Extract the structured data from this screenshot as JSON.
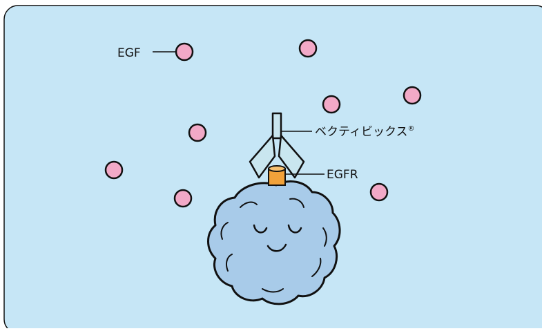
{
  "labels": {
    "egf": "EGF",
    "antibody": "ベクティビックス",
    "antibody_mark": "®",
    "receptor": "EGFR"
  },
  "colors": {
    "background": "#c6e6f6",
    "egf_fill": "#f2a9c7",
    "antibody_fill": "#c9e6ef",
    "receptor_fill": "#f2a23a",
    "cell_fill": "#a8cbe9",
    "outline": "#111111"
  },
  "icons": {
    "egf": "pink-circle",
    "antibody": "y-shaped-antibody",
    "receptor": "orange-cylinder",
    "cell": "smiling-cancer-cell"
  }
}
